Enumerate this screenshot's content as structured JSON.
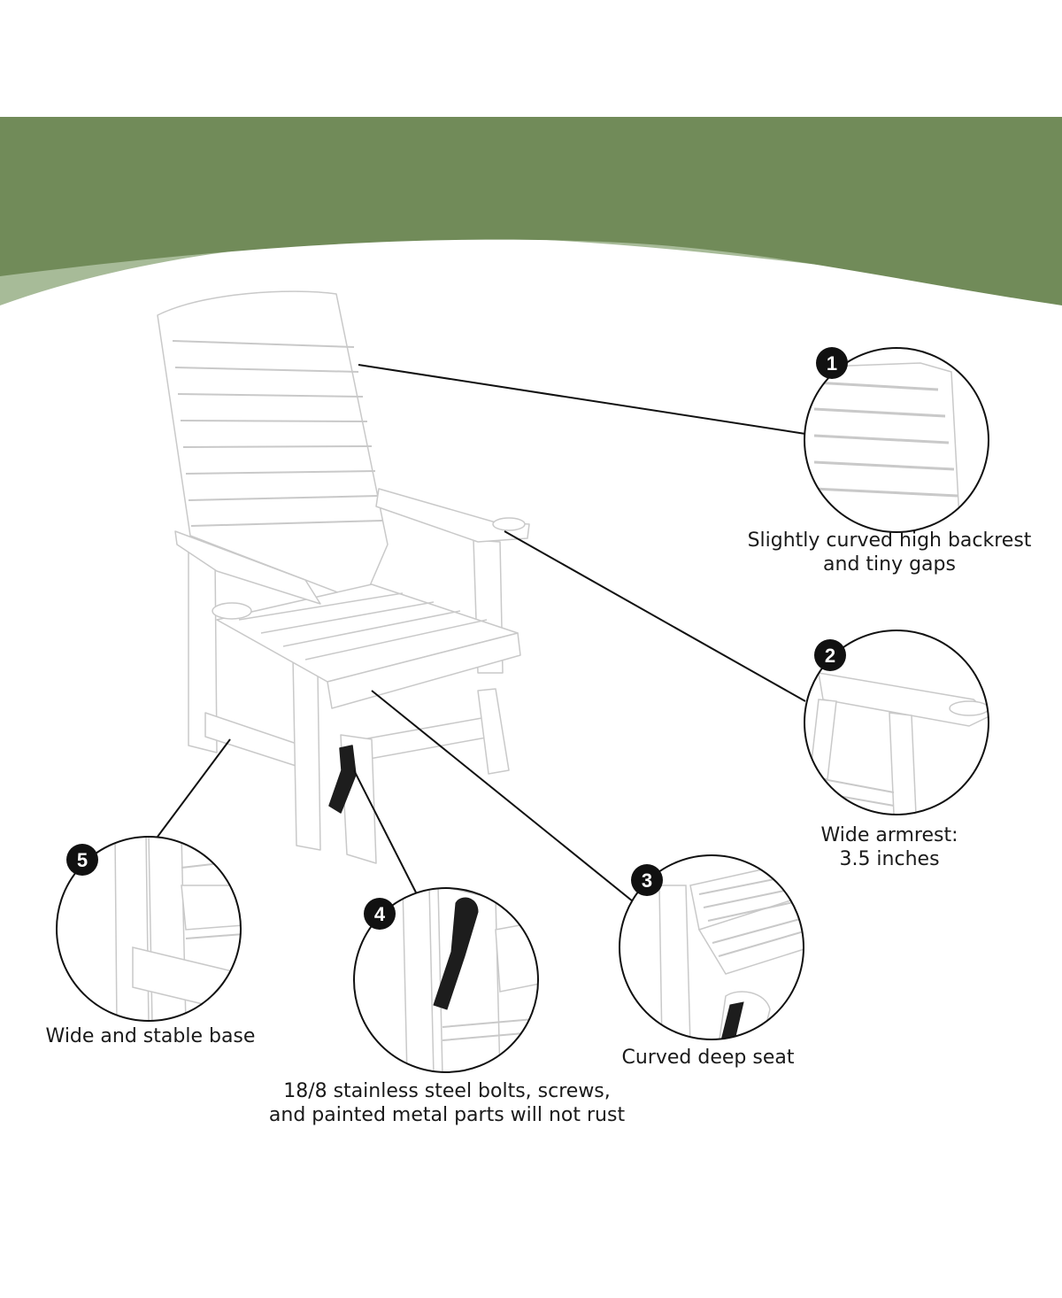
{
  "colors": {
    "band_dark": "#718b59",
    "band_light": "#a7bb98",
    "chair": "#ffffff",
    "chair_edge": "#c9c9c9",
    "bracket": "#1d1d1d",
    "badge": "#111111"
  },
  "callouts": [
    {
      "number": "1",
      "lines": [
        "Slightly curved high backrest",
        "and tiny gaps"
      ]
    },
    {
      "number": "2",
      "lines": [
        "Wide armrest:",
        "3.5 inches"
      ]
    },
    {
      "number": "3",
      "lines": [
        "Curved deep seat"
      ]
    },
    {
      "number": "4",
      "lines": [
        "18/8 stainless steel bolts, screws,",
        "and painted metal parts will not rust"
      ]
    },
    {
      "number": "5",
      "lines": [
        "Wide and stable base"
      ]
    }
  ]
}
